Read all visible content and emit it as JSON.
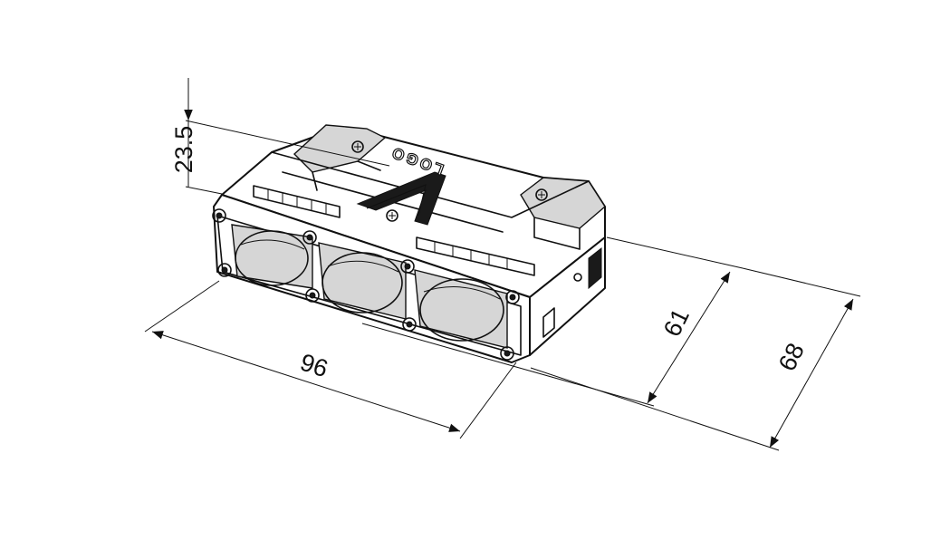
{
  "diagram": {
    "logo_text": "LOGO",
    "dimensions": [
      {
        "id": "height",
        "label": "23.5"
      },
      {
        "id": "width",
        "label": "96"
      },
      {
        "id": "depth-inner",
        "label": "61"
      },
      {
        "id": "depth-outer",
        "label": "68"
      }
    ]
  },
  "colors": {
    "line": "#111111",
    "background": "#ffffff"
  }
}
